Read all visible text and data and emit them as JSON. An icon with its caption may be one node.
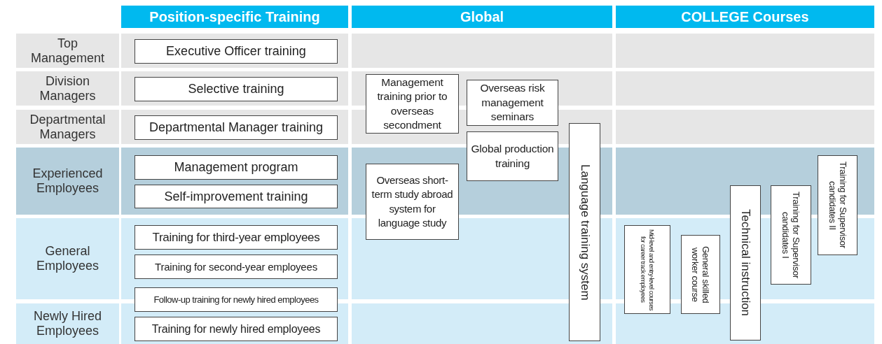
{
  "diagram": {
    "nodes": [
      {
        "text": [
          "Position-specific Training"
        ]
      },
      {
        "text": [
          "Global"
        ]
      },
      {
        "text": [
          "COLLEGE Courses"
        ]
      },
      {
        "text": [
          "Top Management"
        ]
      },
      {
        "text": [
          "Division Managers"
        ]
      },
      {
        "text": [
          "Departmental Managers"
        ]
      },
      {
        "text": [
          "Experienced Employees"
        ]
      },
      {
        "text": [
          "General Employees"
        ]
      },
      {
        "text": [
          "Newly Hired Employees"
        ]
      },
      {
        "text": [
          "Executive Officer training"
        ]
      },
      {
        "text": [
          "Selective training"
        ]
      },
      {
        "text": [
          "Management training prior to overseas secondment"
        ]
      },
      {
        "text": [
          "Overseas risk management seminars"
        ]
      },
      {
        "text": [
          "Departmental Manager training"
        ]
      },
      {
        "text": [
          "Global production training"
        ]
      },
      {
        "text": [
          "Language training system"
        ]
      },
      {
        "text": [
          "Management program"
        ]
      },
      {
        "text": [
          "Overseas short-term study abroad system for language study"
        ]
      },
      {
        "text": [
          "Training for Supervisor candidates II"
        ]
      },
      {
        "text": [
          "Self-improvement training"
        ]
      },
      {
        "text": [
          "Technical instruction"
        ]
      },
      {
        "text": [
          "Training for Supervisor candidates I"
        ]
      },
      {
        "text": [
          "Training for third-year employees"
        ]
      },
      {
        "text": [
          "Mid-level and entry-level courses for career track employees"
        ]
      },
      {
        "text": [
          "General skilled worker course"
        ]
      },
      {
        "text": [
          "Training for second-year employees"
        ]
      },
      {
        "text": [
          "Follow-up training for newly hired employees"
        ]
      },
      {
        "text": [
          "Training for newly hired employees"
        ]
      }
    ]
  }
}
